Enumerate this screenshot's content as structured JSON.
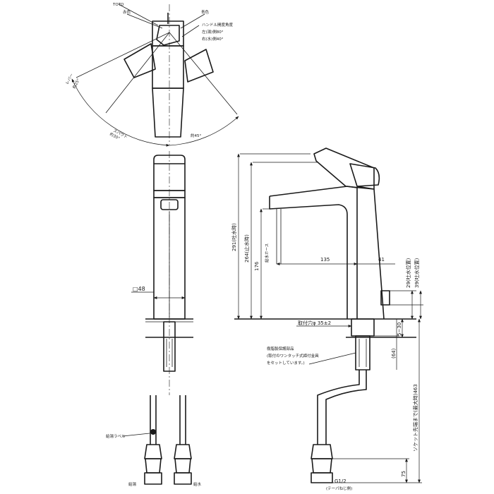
{
  "top_view": {
    "brand": "TOTO",
    "hot": "赤色",
    "cold": "青色",
    "handle_note_1": "ハンドル開度角度",
    "handle_note_2": "左(湯)側80°",
    "handle_note_3": "右(水)側40°",
    "lever_label": "レバー",
    "lever_angle": "約25°",
    "spout_label": "スパウト",
    "spout_angle": "約30°",
    "center_angle": "約45°"
  },
  "front_view": {
    "diameter": "□48"
  },
  "side_view": {
    "h_total": "291(吐水時)",
    "h_264": "264(止水時)",
    "h_176": "176",
    "reach": "135",
    "d41": "41",
    "d29": "29(吐水位置)",
    "d39": "39(吐水位置)",
    "hole": "取付穴φ 35±2",
    "counter": "5~30",
    "d64": "(64)",
    "d463": "ソケット先端まで(最大時)463",
    "d75": "75",
    "thread": "G1/2",
    "thread_note": "(テーパねじ側)",
    "note_1": "樹脂製保護部品",
    "note_2": "(取付のワンタッチ式締付金具",
    "note_3": "をセットしています。)",
    "hose_label": "給水ホース"
  },
  "bottom_labels": {
    "hot_label": "給湯ラベル",
    "hot_side": "給湯",
    "cold_side": "給水"
  }
}
